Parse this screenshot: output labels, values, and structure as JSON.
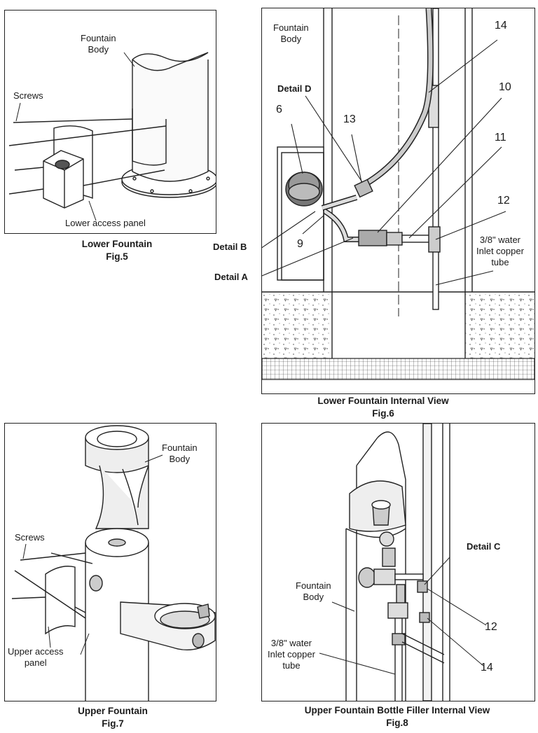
{
  "fig5": {
    "fountain_body": "Fountain\nBody",
    "screws": "Screws",
    "lower_access_panel": "Lower access panel",
    "caption_title": "Lower Fountain",
    "caption_fig": "Fig.5"
  },
  "fig6": {
    "fountain_body": "Fountain\nBody",
    "detail_d": "Detail D",
    "detail_b": "Detail B",
    "detail_a": "Detail A",
    "n6": "6",
    "n9": "9",
    "n10": "10",
    "n11": "11",
    "n12": "12",
    "n13": "13",
    "n14": "14",
    "water_tube": "3/8\" water\nInlet copper\ntube",
    "caption_title": "Lower Fountain Internal View",
    "caption_fig": "Fig.6"
  },
  "fig7": {
    "fountain_body": "Fountain\nBody",
    "screws": "Screws",
    "upper_access_panel": "Upper access\npanel",
    "caption_title": "Upper Fountain",
    "caption_fig": "Fig.7"
  },
  "fig8": {
    "detail_c": "Detail C",
    "fountain_body": "Fountain\nBody",
    "water_tube": "3/8\" water\nInlet copper\ntube",
    "n12": "12",
    "n14": "14",
    "caption_title": "Upper Fountain Bottle Filler Internal View",
    "caption_fig": "Fig.8"
  }
}
